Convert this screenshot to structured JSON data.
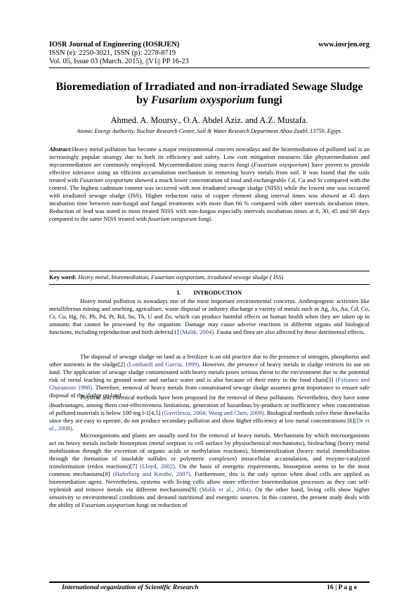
{
  "header": {
    "journal": "IOSR Journal of Engineering (IOSRJEN)",
    "website": "www.iosrjen.org",
    "issn": "ISSN (e): 2250-3021, ISSN (p): 2278-8719",
    "volume": "Vol. 05, Issue 03 (March. 2015), ||V1|| PP 16-23"
  },
  "title": {
    "line1": "Bioremediation of Irradiated and non-irradiated Sewage Sludge",
    "line2_prefix": "by ",
    "line2_italic": "Fusarium oxysporium",
    "line2_suffix": " fungi"
  },
  "authors": "Ahmed. A. Moursy., O.A. Abdel Aziz. and A.Z. Mustafa.",
  "affiliation": "Atomic Energy Authority, Nuclear Research Center, Soil & Water Research Department Abou-Zaabl, 13759, Egypt.",
  "abstract": {
    "label": "Abstract:",
    "s1": "Heavy metal pollution has become a major environmental concern nowadays and the bioremediation of polluted soil is an increasingly popular strategy due to both its efficiency and safety. Low cost mitigation measures like phytoremediation and mycoremediation are commonly employed. Mycoremediation using macro fungi (",
    "i1": "Fusarium oxysporium",
    "s2": ") have proven to provide effective tolerance using an efficient accumulation mechanism in removing heavy metals from soil. It was found that the soils treated with ",
    "i2": "Fusarium oxysporium",
    "s3": " showed a much lower concentration of total  and exchangeable Cd, Cu and Sr compared with the control. The highest cadmium content was occurred with non irradiated sewage sludge (NISS) while the lowest one was occurred with irradiated sewage sludge (ISS). Higher reduction ratio of copper element along interval times was showed at 45 days incubation time between non-fungal and fungal treatments with more than 60 % compared with other intervals incubation times. Reduction of lead was noted in most treated NISS with non-fungus especially intervals incubation times at 0, 30, 45 and 60 days compared to the same NISS treated with ",
    "i3": "fusarium oxisporum",
    "s4": " fungi."
  },
  "keywords": {
    "label": "Key word: ",
    "value": "Heavy metal, bioremediation, Fusarium oxysporium, irradiated sewage sludge ( ISS)"
  },
  "section": {
    "number": "I.",
    "title": "INTRODUCTION"
  },
  "intro": {
    "p1_a": "Heavy metal pollution is nowadays one of the most important environmental concerns. Anthropogenic activities like metalliferous mining and smelting, agriculture, waste disposal or industry discharge a variety of metals such as Ag, As, Au, Cd, Co, Cr, Cu, Hg, Ni, Pb, Pd, Pt, Rd, Sn, Th, U and Zn, which can produce harmful effects on human health when they are taken up in amounts that cannot be processed by the organism. Damage may cause adverse reactions in different organs and biological functions, including reproduction and birth defects[1] ",
    "p1_r1": "(Malik, 2004)",
    "p1_b": ". Fauna and flora are also affected by these detrimental effects.",
    "p2_a": "The disposal of sewage sludge on land as a fertilizer is an old practice due to the presence of nitrogen, phosphorus and other nutrients in the sludge[2] ",
    "p2_r1": "(Lombardi and Garcia, 1999)",
    "p2_b": ". However, the presence of heavy metals in sludge restricts its use on land. The application of sewage sludge contaminated with heavy metals poses serious threat to the environment due to the potential risk of metal leaching to ground water and surface water and is also because of their entry in the food chain[3] ",
    "p2_r2": "(Fytianos and Charantoni 1998)",
    "p2_c": ". Therefore, removal of heavy metals from contaminated sewage sludge assumes great importance to ensure safe disposal of the sludge on land.",
    "p3_a": "Physical and chemical methods have been proposed for the removal of these pollutants. Nevertheless, they have some disadvantages, among them cost-effectiveness limitations, generation of hazardous by-products or inefficiency when concentration of polluted materials is below 100 mg l-1[4,5] ",
    "p3_r1": "(Gavrilescu, 2004; Wang and Chen, 2009)",
    "p3_b": ". Biological methods solve these drawbacks since they are easy to operate, do not produce secondary pollution and show higher efficiency at low metal concentrations [6]",
    "p3_r2": "(De et al., 2008)",
    "p3_c": ".",
    "p4_a": "Microorganisms and plants are usually used for the removal of heavy metals. Mechanisms by which microorganisms act on heavy metals include biosorption (metal sorption to cell surface by physiochemical mechanisms), bioleaching (heavy metal mobilization through the excretion of organic acids or methylation reactions), biomineralization (heavy metal immobilization through the formation of insoluble sulfides or polymeric complexes) intracellular accumulation, and enzyme-catalyzed transformation (redox reactions)[7] ",
    "p4_r1": "(Lloyd, 2002)",
    "p4_b": ". On the basis of energetic requirements, biosorption seems to be the most common mechanisms[8] ",
    "p4_r2": "(Haferburg and Knothe, 2007)",
    "p4_c": ". Furthermore, this is the only option when dead cells are applied as bioremediation agent. Nevertheless, systems with living cells allow more effective bioremediation processes as they can self-replenish and remove metals via different mechanisms[9] ",
    "p4_r3": "(Malik et al., 2004)",
    "p4_d": ". On the other hand, living cells show higher sensitivity to environmental conditions and demand nutritional and energetic sources. In this context, the present study deals with the ability of ",
    "p4_i1": "Fusarium oxysporium",
    "p4_e": " fungi on reduction of"
  },
  "footer": {
    "org": "International organization of Scientific Research",
    "page": "16 | P a g e"
  }
}
